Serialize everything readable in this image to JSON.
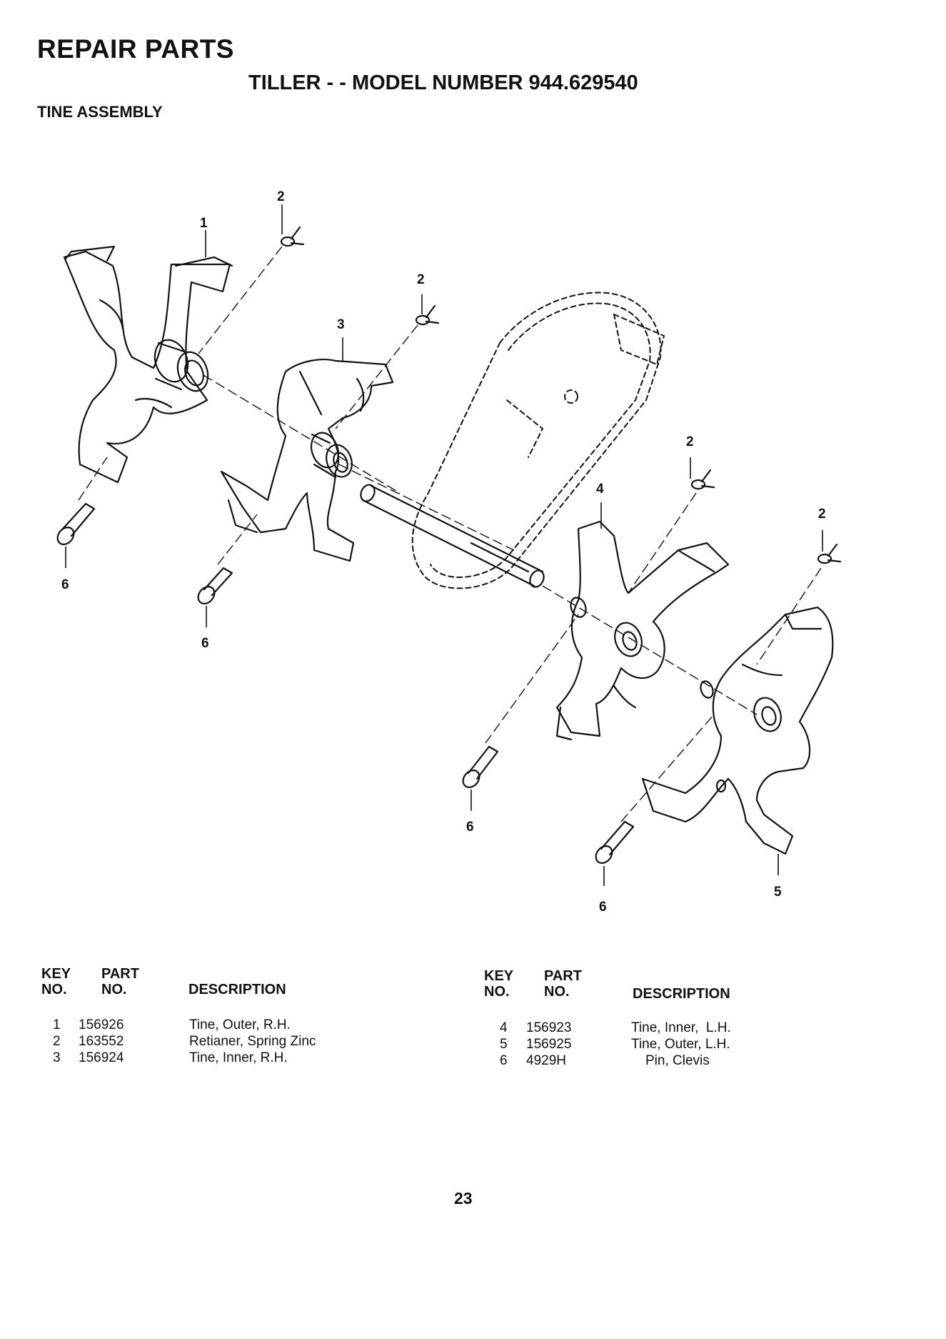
{
  "header": {
    "title": "REPAIR PARTS",
    "model": "TILLER - - MODEL NUMBER 944.629540",
    "section": "TINE ASSEMBLY"
  },
  "diagram": {
    "callouts": [
      "1",
      "2",
      "3",
      "4",
      "5",
      "6"
    ]
  },
  "parts_table": {
    "columns": {
      "key_line1": "KEY",
      "key_line2": "NO.",
      "part_line1": "PART",
      "part_line2": "NO.",
      "description": "DESCRIPTION"
    },
    "left_rows": [
      {
        "key": "1",
        "part": "156926",
        "desc": "Tine, Outer, R.H."
      },
      {
        "key": "2",
        "part": "163552",
        "desc": "Retianer, Spring Zinc"
      },
      {
        "key": "3",
        "part": "156924",
        "desc": "Tine, Inner, R.H."
      }
    ],
    "right_rows": [
      {
        "key": "4",
        "part": "156923",
        "desc": "Tine, Inner,  L.H."
      },
      {
        "key": "5",
        "part": "156925",
        "desc": "Tine, Outer, L.H."
      },
      {
        "key": "6",
        "part": "4929H",
        "desc": "Pin, Clevis"
      }
    ]
  },
  "footer": {
    "page_number": "23"
  }
}
